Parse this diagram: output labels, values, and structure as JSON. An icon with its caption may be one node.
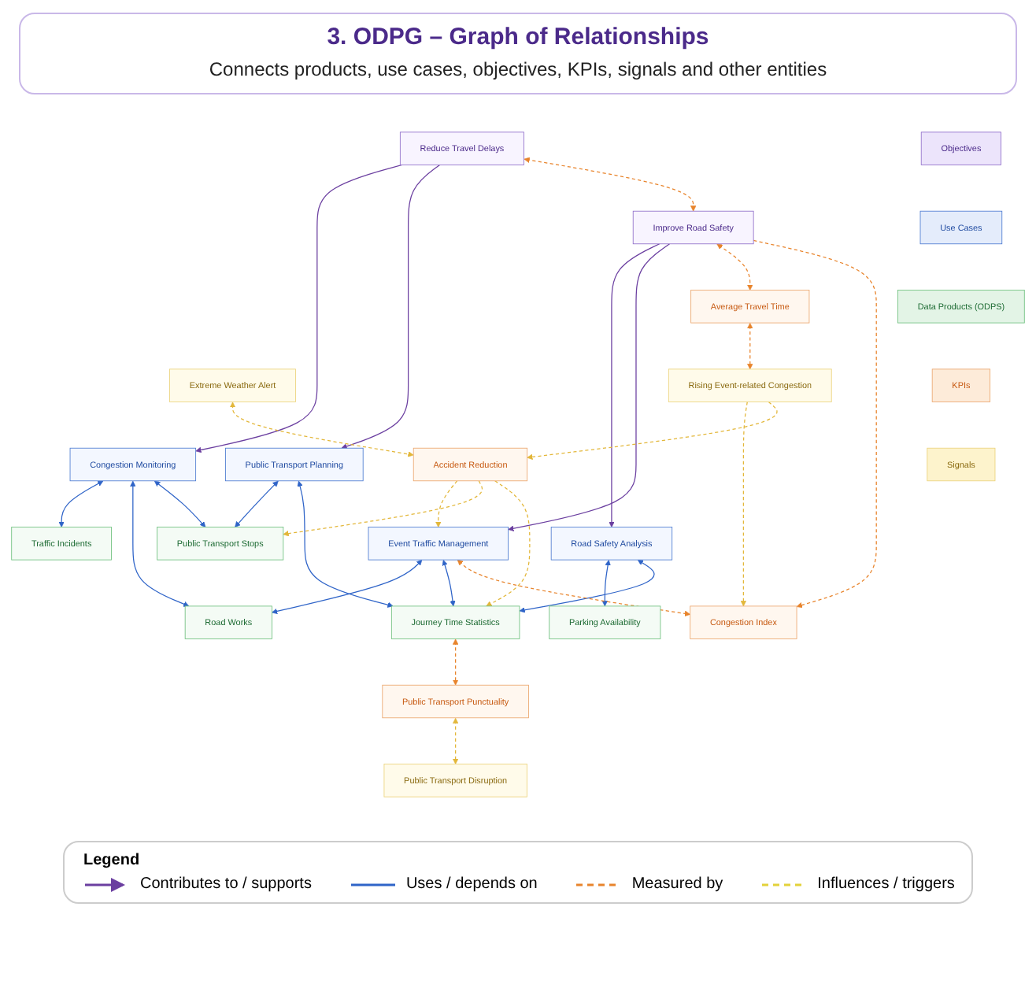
{
  "diagram": {
    "title": "3. ODPG – Graph of Relationships",
    "caption": "Connects products, use cases, objectives, KPIs, signals and other entities",
    "nodes": [
      {
        "text": [
          "Objectives"
        ]
      },
      {
        "text": [
          "Use Cases"
        ]
      },
      {
        "text": [
          "Data Products (ODPS)"
        ]
      },
      {
        "text": [
          "Reduce Travel Delays"
        ]
      },
      {
        "text": [
          "Congestion Monitoring"
        ]
      },
      {
        "text": [
          "Traffic Incidents"
        ]
      },
      {
        "text": [
          "Road Works"
        ]
      },
      {
        "text": [
          "Public Transport Planning"
        ]
      },
      {
        "text": [
          "Public Transport Stops"
        ]
      },
      {
        "text": [
          "Road Safety Analysis"
        ]
      },
      {
        "text": [
          "Parking Availability"
        ]
      },
      {
        "text": [
          "Improve Road Safety"
        ]
      },
      {
        "text": [
          "Event Traffic Management"
        ]
      },
      {
        "text": [
          "Journey Time Statistics"
        ]
      },
      {
        "text": [
          "KPIs"
        ]
      },
      {
        "text": [
          "Average Travel Time"
        ]
      },
      {
        "text": [
          "Congestion Index"
        ]
      },
      {
        "text": [
          "Accident Reduction"
        ]
      },
      {
        "text": [
          "Public Transport Punctuality"
        ]
      },
      {
        "text": [
          "Signals"
        ]
      },
      {
        "text": [
          "Rising Event-related Congestion"
        ]
      },
      {
        "text": [
          "Extreme Weather Alert"
        ]
      },
      {
        "text": [
          "Public Transport Disruption"
        ]
      }
    ],
    "edges": [
      {
        "from": 3,
        "to": 4,
        "arrow": "to",
        "color": "#6b3fa0"
      },
      {
        "from": 3,
        "to": 7,
        "arrow": "to",
        "color": "#6b3fa0"
      },
      {
        "from": 11,
        "to": 9,
        "arrow": "to",
        "color": "#6b3fa0"
      },
      {
        "from": 11,
        "to": 12,
        "arrow": "to",
        "color": "#6b3fa0"
      },
      {
        "from": 4,
        "to": 5,
        "arrow": "both"
      },
      {
        "from": 4,
        "to": 6,
        "arrow": "both"
      },
      {
        "from": 4,
        "to": 8,
        "arrow": "both"
      },
      {
        "from": 7,
        "to": 8,
        "arrow": "both"
      },
      {
        "from": 7,
        "to": 13,
        "arrow": "both"
      },
      {
        "from": 9,
        "to": 10,
        "arrow": "both"
      },
      {
        "from": 9,
        "to": 13,
        "arrow": "both"
      },
      {
        "from": 12,
        "to": 6,
        "arrow": "both"
      },
      {
        "from": 12,
        "to": 13,
        "arrow": "both"
      },
      {
        "from": 3,
        "to": 11,
        "arrow": "both",
        "style": "dashed",
        "color": "#e8842c"
      },
      {
        "from": 11,
        "to": 15,
        "arrow": "both",
        "style": "dashed",
        "color": "#e8842c"
      },
      {
        "from": 11,
        "to": 16,
        "arrow": "to",
        "style": "dashed",
        "color": "#e8842c"
      },
      {
        "from": 12,
        "to": 16,
        "arrow": "both",
        "style": "dashed",
        "color": "#e8842c"
      },
      {
        "from": 17,
        "to": 12,
        "arrow": "to",
        "style": "dashed",
        "color": "#e3b73a"
      },
      {
        "from": 17,
        "to": 8,
        "arrow": "to",
        "style": "dashed",
        "color": "#e3b73a"
      },
      {
        "from": 17,
        "to": 13,
        "arrow": "to",
        "style": "dashed",
        "color": "#e3b73a"
      },
      {
        "from": 13,
        "to": 18,
        "arrow": "both",
        "style": "dashed",
        "color": "#e8842c"
      },
      {
        "from": 15,
        "to": 20,
        "arrow": "both",
        "style": "dashed",
        "color": "#e8842c"
      },
      {
        "from": 20,
        "to": 16,
        "arrow": "to",
        "style": "dashed",
        "color": "#e3b73a"
      },
      {
        "from": 20,
        "to": 17,
        "arrow": "to",
        "style": "dashed",
        "color": "#e3b73a"
      },
      {
        "from": 21,
        "to": 17,
        "arrow": "both",
        "style": "dashed",
        "color": "#e3b73a"
      },
      {
        "from": 18,
        "to": 22,
        "arrow": "both",
        "style": "dashed",
        "color": "#e3b73a"
      }
    ],
    "labels": [
      "Legend"
    ],
    "legend": [
      {
        "text": "Contributes to / supports"
      },
      {
        "text": "Uses / depends on"
      },
      {
        "text": "Measured by"
      },
      {
        "text": "Influences / triggers"
      }
    ]
  }
}
